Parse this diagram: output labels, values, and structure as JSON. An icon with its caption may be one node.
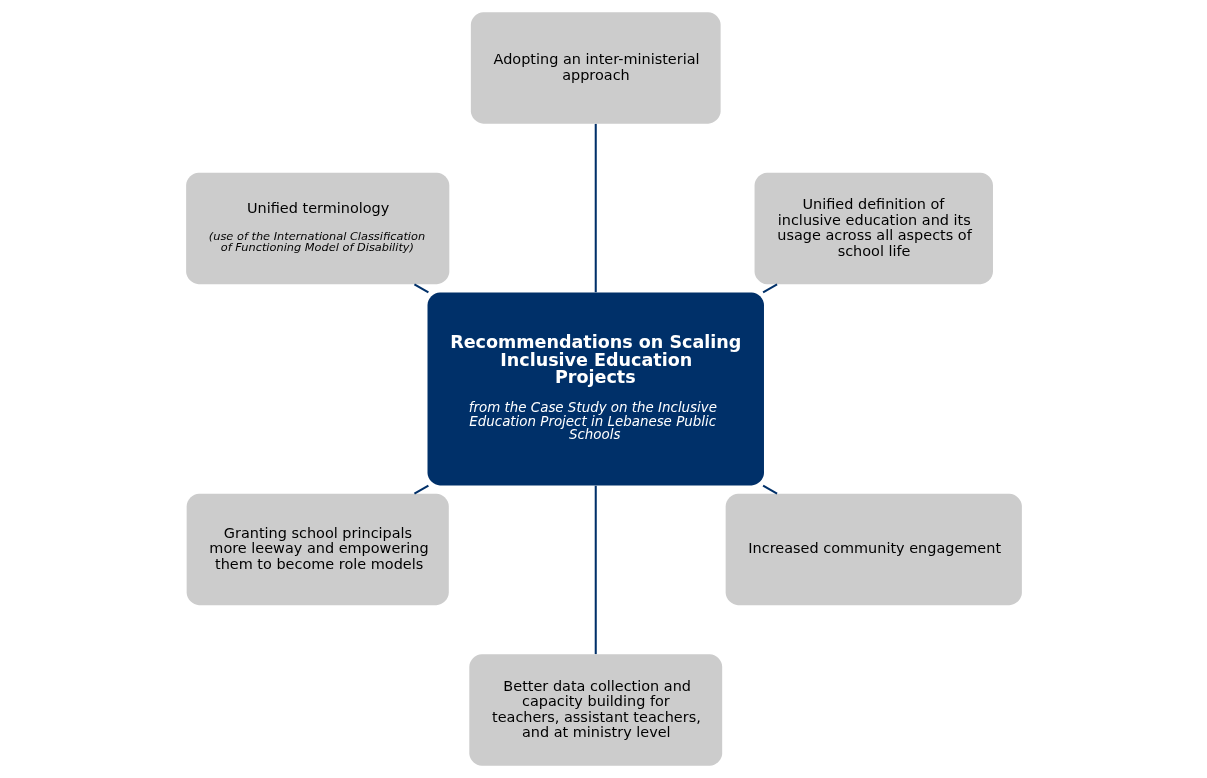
{
  "diagram": {
    "nodes": [
      {
        "text": [
          "Recommendations on Scaling Inclusive Education Projects",
          "from the Case Study on the Inclusive Education Project in Lebanese Public Schools"
        ]
      },
      {
        "text": [
          "Unified definition of inclusive education and its usage across all aspects of school life"
        ]
      },
      {
        "text": [
          "Adopting an inter-ministerial approach"
        ]
      },
      {
        "text": [
          "Unified terminology",
          "(use of the International Classification of Functioning Model of Disability)"
        ]
      },
      {
        "text": [
          "Granting school principals more leeway and empowering them to become role models"
        ]
      },
      {
        "text": [
          "Better data collection and capacity building for teachers, assistant teachers, and at ministry level"
        ]
      },
      {
        "text": [
          "Increased community engagement"
        ]
      }
    ],
    "edges": [
      {
        "from": 0,
        "to": 1,
        "arrow": "none"
      },
      {
        "from": 0,
        "to": 2,
        "arrow": "none"
      },
      {
        "from": 0,
        "to": 3,
        "arrow": "none"
      },
      {
        "from": 0,
        "to": 4,
        "arrow": "none"
      },
      {
        "from": 0,
        "to": 5,
        "arrow": "none"
      },
      {
        "from": 0,
        "to": 6,
        "arrow": "none"
      }
    ]
  }
}
